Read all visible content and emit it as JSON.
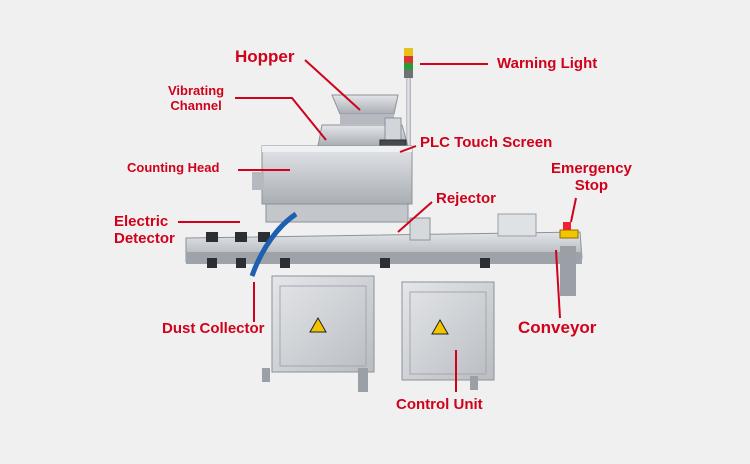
{
  "colors": {
    "label": "#d0021b",
    "background": "#f0f0f0",
    "steel": "#c9ccd0",
    "steel_dark": "#8d9298",
    "hazard": "#f3c400"
  },
  "labels": {
    "hopper": "Hopper",
    "warning_light": "Warning Light",
    "vibrating_channel_line1": "Vibrating",
    "vibrating_channel_line2": "Channel",
    "plc_touch_screen": "PLC Touch Screen",
    "counting_head": "Counting Head",
    "emergency_stop_line1": "Emergency",
    "emergency_stop_line2": "Stop",
    "rejector": "Rejector",
    "electric_detector_line1": "Electric",
    "electric_detector_line2": "Detector",
    "dust_collector": "Dust Collector",
    "conveyor": "Conveyor",
    "control_unit": "Control Unit"
  }
}
